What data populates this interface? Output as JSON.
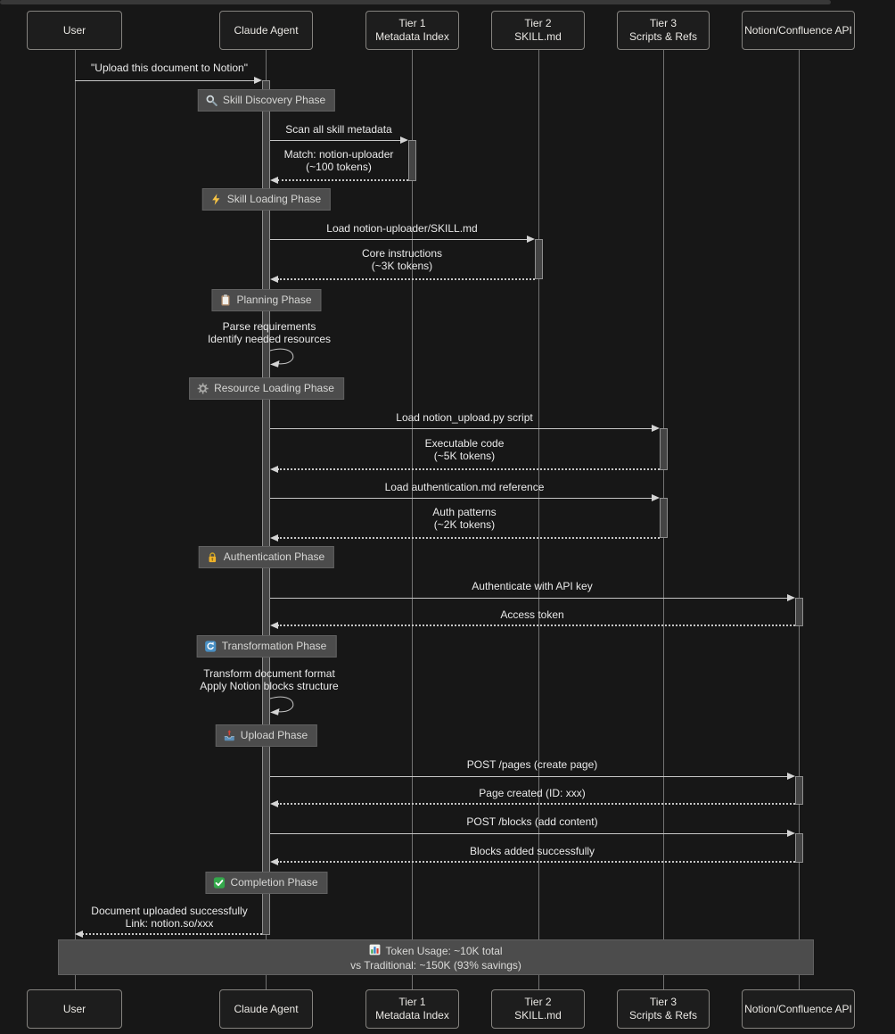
{
  "diagram_title": "Skill-based document upload sequence",
  "colors": {
    "background": "#171717",
    "actor_border": "#85837f",
    "note_background": "#4c4c4c",
    "message_line": "#c6c6c6",
    "text": "#eaeaea",
    "check_green": "#34a84b",
    "lightning_yellow": "#f6c344",
    "refresh_blue": "#4a90c4"
  },
  "participants": [
    {
      "id": "user",
      "lines": [
        "User"
      ]
    },
    {
      "id": "claude",
      "lines": [
        "Claude Agent"
      ]
    },
    {
      "id": "tier1",
      "lines": [
        "Tier 1",
        "Metadata Index"
      ]
    },
    {
      "id": "tier2",
      "lines": [
        "Tier 2",
        "SKILL.md"
      ]
    },
    {
      "id": "tier3",
      "lines": [
        "Tier 3",
        "Scripts & Refs"
      ]
    },
    {
      "id": "notion",
      "lines": [
        "Notion/Confluence API"
      ]
    }
  ],
  "events": [
    {
      "type": "message",
      "from": "user",
      "to": "claude",
      "style": "solid",
      "lines": [
        "\"Upload this document to Notion\""
      ]
    },
    {
      "type": "note",
      "over": "claude",
      "icon": "search-icon",
      "label": "Skill Discovery Phase"
    },
    {
      "type": "message",
      "from": "claude",
      "to": "tier1",
      "style": "solid",
      "lines": [
        "Scan all skill metadata"
      ]
    },
    {
      "type": "message",
      "from": "tier1",
      "to": "claude",
      "style": "dashed",
      "lines": [
        "Match: notion-uploader",
        "(~100 tokens)"
      ]
    },
    {
      "type": "note",
      "over": "claude",
      "icon": "lightning-icon",
      "label": "Skill Loading Phase"
    },
    {
      "type": "message",
      "from": "claude",
      "to": "tier2",
      "style": "solid",
      "lines": [
        "Load notion-uploader/SKILL.md"
      ]
    },
    {
      "type": "message",
      "from": "tier2",
      "to": "claude",
      "style": "dashed",
      "lines": [
        "Core instructions",
        "(~3K tokens)"
      ]
    },
    {
      "type": "note",
      "over": "claude",
      "icon": "clipboard-icon",
      "label": "Planning Phase"
    },
    {
      "type": "self",
      "participant": "claude",
      "lines": [
        "Parse requirements",
        "Identify needed resources"
      ]
    },
    {
      "type": "note",
      "over": "claude",
      "icon": "gear-icon",
      "label": "Resource Loading Phase"
    },
    {
      "type": "message",
      "from": "claude",
      "to": "tier3",
      "style": "solid",
      "lines": [
        "Load notion_upload.py script"
      ]
    },
    {
      "type": "message",
      "from": "tier3",
      "to": "claude",
      "style": "dashed",
      "lines": [
        "Executable code",
        "(~5K tokens)"
      ]
    },
    {
      "type": "message",
      "from": "claude",
      "to": "tier3",
      "style": "solid",
      "lines": [
        "Load authentication.md reference"
      ]
    },
    {
      "type": "message",
      "from": "tier3",
      "to": "claude",
      "style": "dashed",
      "lines": [
        "Auth patterns",
        "(~2K tokens)"
      ]
    },
    {
      "type": "note",
      "over": "claude",
      "icon": "lock-icon",
      "label": "Authentication Phase"
    },
    {
      "type": "message",
      "from": "claude",
      "to": "notion",
      "style": "solid",
      "lines": [
        "Authenticate with API key"
      ]
    },
    {
      "type": "message",
      "from": "notion",
      "to": "claude",
      "style": "dashed",
      "lines": [
        "Access token"
      ]
    },
    {
      "type": "note",
      "over": "claude",
      "icon": "refresh-icon",
      "label": "Transformation Phase"
    },
    {
      "type": "self",
      "participant": "claude",
      "lines": [
        "Transform document format",
        "Apply Notion blocks structure"
      ]
    },
    {
      "type": "note",
      "over": "claude",
      "icon": "upload-icon",
      "label": "Upload Phase"
    },
    {
      "type": "message",
      "from": "claude",
      "to": "notion",
      "style": "solid",
      "lines": [
        "POST /pages (create page)"
      ]
    },
    {
      "type": "message",
      "from": "notion",
      "to": "claude",
      "style": "dashed",
      "lines": [
        "Page created (ID: xxx)"
      ]
    },
    {
      "type": "message",
      "from": "claude",
      "to": "notion",
      "style": "solid",
      "lines": [
        "POST /blocks (add content)"
      ]
    },
    {
      "type": "message",
      "from": "notion",
      "to": "claude",
      "style": "dashed",
      "lines": [
        "Blocks added successfully"
      ]
    },
    {
      "type": "note",
      "over": "claude",
      "icon": "check-icon",
      "label": "Completion Phase"
    },
    {
      "type": "message",
      "from": "claude",
      "to": "user",
      "style": "dashed",
      "lines": [
        "Document uploaded successfully",
        "Link: notion.so/xxx"
      ]
    }
  ],
  "activations": [
    {
      "participant": "claude"
    },
    {
      "participant": "tier1"
    },
    {
      "participant": "tier2"
    },
    {
      "participant": "tier3"
    },
    {
      "participant": "tier3"
    },
    {
      "participant": "notion"
    },
    {
      "participant": "notion"
    },
    {
      "participant": "notion"
    }
  ],
  "footer_note": {
    "icon": "bar-chart-icon",
    "lines": [
      "Token Usage: ~10K total",
      "vs Traditional: ~150K (93% savings)"
    ]
  }
}
